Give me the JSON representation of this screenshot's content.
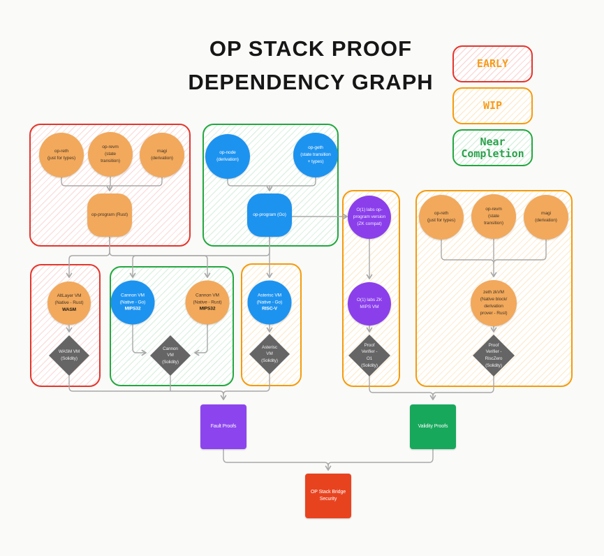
{
  "title": {
    "line1": "OP STACK PROOF",
    "line2": "DEPENDENCY GRAPH"
  },
  "legend": {
    "early": {
      "label": "EARLY"
    },
    "wip": {
      "label": "WIP"
    },
    "near": {
      "label1": "Near",
      "label2": "Completion"
    }
  },
  "colors": {
    "early_border": "#e4352c",
    "wip_border": "#f59b0b",
    "near_border": "#23a73f",
    "legend_early_text": "#f59c1a",
    "legend_wip_text": "#f59c1a",
    "legend_near_text": "#2ba14c",
    "node_orange": "#f2a95c",
    "node_blue": "#1d93f0",
    "node_purple": "#8b3feb",
    "diamond_gray": "#656565",
    "fault_proofs_purple": "#8c45ee",
    "validity_proofs_green": "#17a85c",
    "bridge_red": "#e8431f",
    "edge_gray": "#a8a8a8",
    "background": "#fafaf8"
  },
  "nodes": {
    "op_reth_early": {
      "l1": "op-reth",
      "l2": "(just for types)"
    },
    "op_revm_early": {
      "l1": "op-revm",
      "l2": "(state",
      "l3": "transition)"
    },
    "magi_early": {
      "l1": "magi",
      "l2": "(derivation)"
    },
    "op_program_rust": {
      "l1": "op-program (Rust)"
    },
    "op_node": {
      "l1": "op-node",
      "l2": "(derivation)"
    },
    "op_geth": {
      "l1": "op-geth",
      "l2": "(state transition",
      "l3": "+ types)"
    },
    "op_program_go": {
      "l1": "op-program (Go)"
    },
    "altlayer_vm": {
      "l1": "AltLayer VM",
      "l2": "(Native - Rust)",
      "bold": "WASM"
    },
    "cannon_vm_go": {
      "l1": "Cannon VM",
      "l2": "(Native - Go)",
      "bold": "MIPS32"
    },
    "cannon_vm_rust": {
      "l1": "Cannon VM",
      "l2": "(Native - Rust)",
      "bold": "MIPS32"
    },
    "asterisc_vm": {
      "l1": "Asterisc VM",
      "l2": "(Native - Go)",
      "bold": "RISC-V"
    },
    "wasm_vm_sol": {
      "l1": "WASM VM",
      "l2": "(Solidity)"
    },
    "cannon_vm_sol": {
      "l1": "Cannon",
      "l2": "VM",
      "l3": "(Solidity)"
    },
    "asterisc_vm_sol": {
      "l1": "Asterisc",
      "l2": "VM",
      "l3": "(Solidity)"
    },
    "o1_op_program": {
      "l1": "O(1) labs op-",
      "l2": "program version",
      "l3": "(ZK compat)"
    },
    "o1_zk_mips": {
      "l1": "O(1) labs ZK",
      "l2": "MIPS VM"
    },
    "proof_verifier_o1": {
      "l1": "Proof",
      "l2": "Verifier -",
      "l3": "O1",
      "l4": "(Solidity)"
    },
    "op_reth_wip": {
      "l1": "op-reth",
      "l2": "(just for types)"
    },
    "op_revm_wip": {
      "l1": "op-revm",
      "l2": "(state",
      "l3": "transition)"
    },
    "magi_wip": {
      "l1": "magi",
      "l2": "(derivation)"
    },
    "zeth_zkvm": {
      "l1": "zeth zkVM",
      "l2": "(Native block/",
      "l3": "derivation",
      "l4": "prover - Rust)"
    },
    "proof_verifier_risczero": {
      "l1": "Proof",
      "l2": "Verifier -",
      "l3": "RiscZero",
      "l4": "(Solidity)"
    },
    "fault_proofs": {
      "l1": "Fault Proofs"
    },
    "validity_proofs": {
      "l1": "Validity Proofs"
    },
    "bridge_security": {
      "l1": "OP Stack Bridge",
      "l2": "Security"
    }
  },
  "edges": [
    {
      "from": "op-reth-early",
      "to": "op-program-rust"
    },
    {
      "from": "op-revm-early",
      "to": "op-program-rust"
    },
    {
      "from": "magi-early",
      "to": "op-program-rust"
    },
    {
      "from": "op-node",
      "to": "op-program-go"
    },
    {
      "from": "op-geth",
      "to": "op-program-go"
    },
    {
      "from": "op-program-rust",
      "to": "altlayer-vm"
    },
    {
      "from": "op-program-rust",
      "to": "cannon-vm-rust"
    },
    {
      "from": "op-program-go",
      "to": "cannon-vm-go"
    },
    {
      "from": "op-program-go",
      "to": "asterisc-vm"
    },
    {
      "from": "op-program-go",
      "to": "o1-op-program"
    },
    {
      "from": "altlayer-vm",
      "to": "wasm-vm-sol"
    },
    {
      "from": "cannon-vm-go",
      "to": "cannon-vm-sol"
    },
    {
      "from": "cannon-vm-rust",
      "to": "cannon-vm-sol"
    },
    {
      "from": "asterisc-vm",
      "to": "asterisc-vm-sol"
    },
    {
      "from": "o1-op-program",
      "to": "o1-zk-mips"
    },
    {
      "from": "o1-zk-mips",
      "to": "proof-verifier-o1"
    },
    {
      "from": "op-reth-wip",
      "to": "zeth-zkvm"
    },
    {
      "from": "op-revm-wip",
      "to": "zeth-zkvm"
    },
    {
      "from": "magi-wip",
      "to": "zeth-zkvm"
    },
    {
      "from": "zeth-zkvm",
      "to": "proof-verifier-risczero"
    },
    {
      "from": "wasm-vm-sol",
      "to": "fault-proofs"
    },
    {
      "from": "cannon-vm-sol",
      "to": "fault-proofs"
    },
    {
      "from": "asterisc-vm-sol",
      "to": "fault-proofs"
    },
    {
      "from": "proof-verifier-o1",
      "to": "validity-proofs"
    },
    {
      "from": "proof-verifier-risczero",
      "to": "validity-proofs"
    },
    {
      "from": "fault-proofs",
      "to": "bridge-security"
    },
    {
      "from": "validity-proofs",
      "to": "bridge-security"
    }
  ]
}
